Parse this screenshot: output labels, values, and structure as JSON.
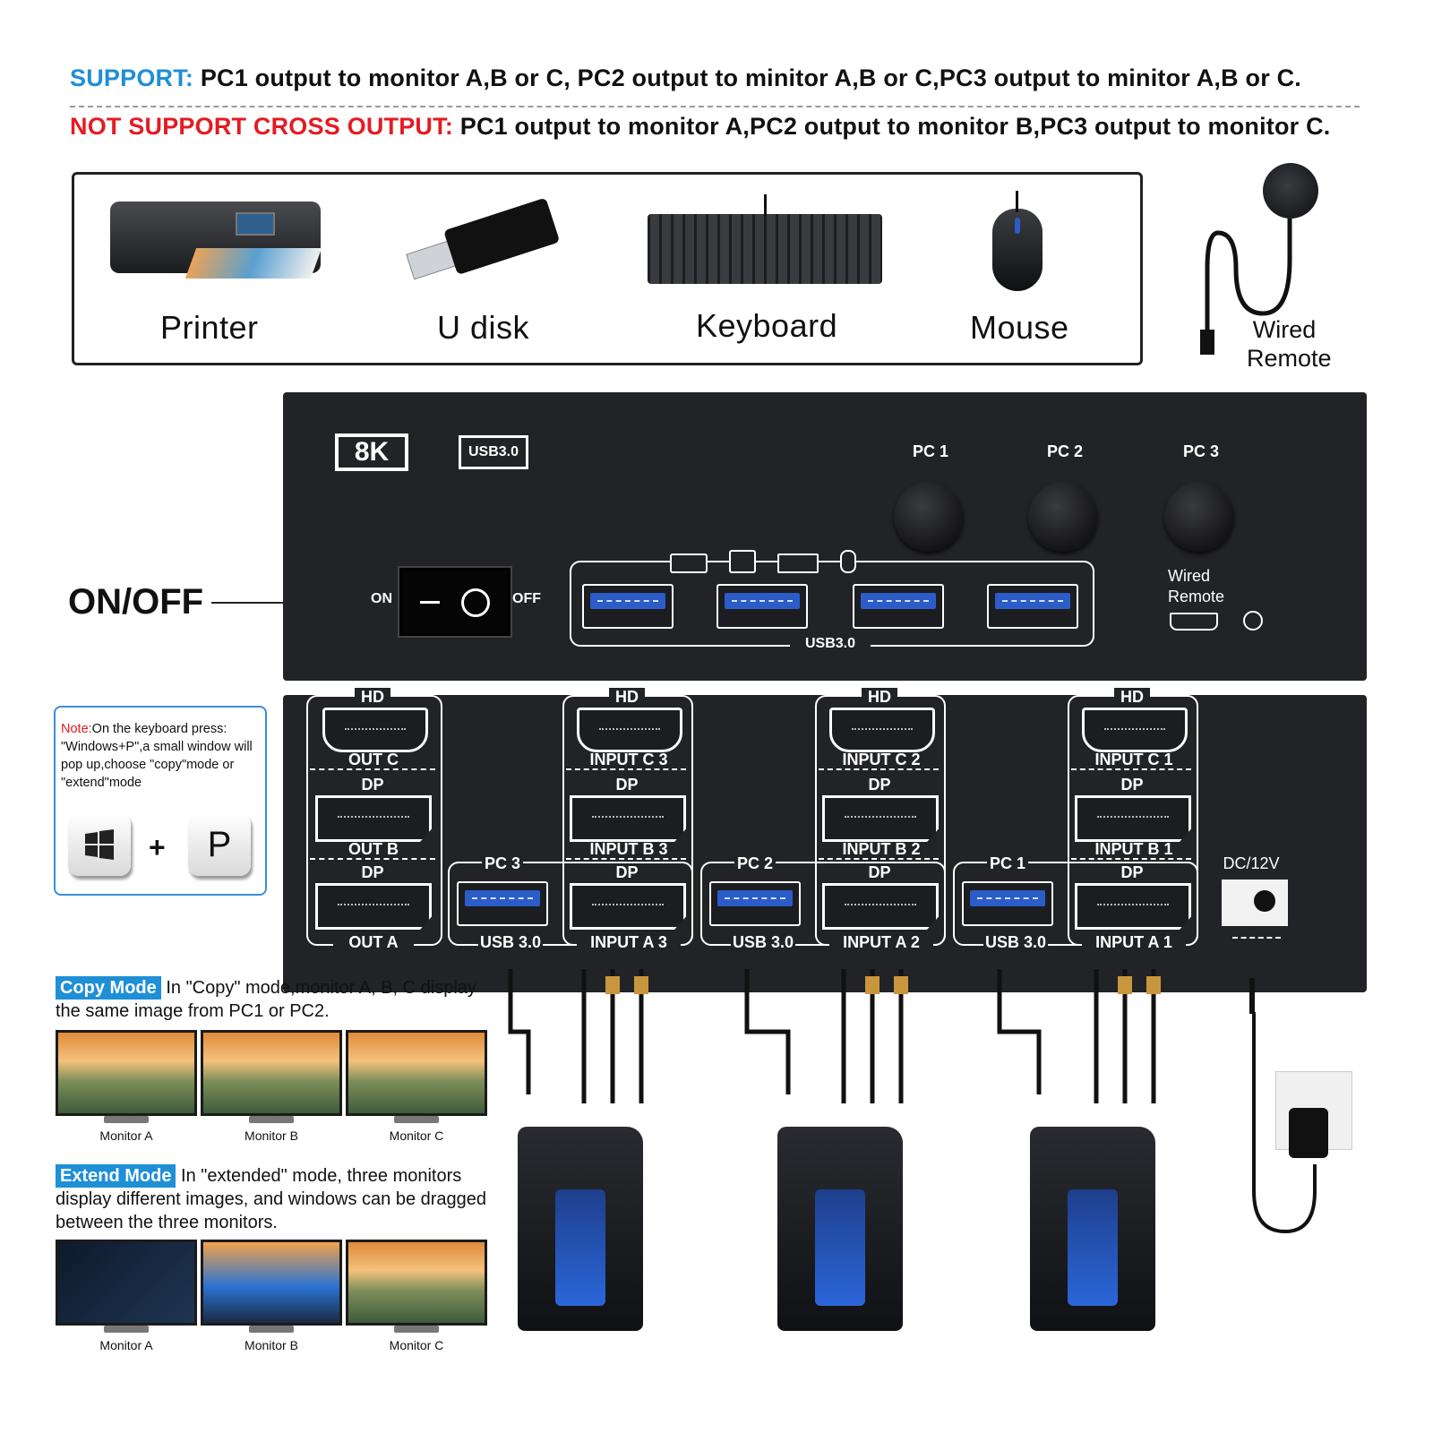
{
  "header": {
    "support_key": "SUPPORT:",
    "support_text": " PC1 output to monitor A,B or C, PC2 output to minitor A,B or C,PC3 output to minitor A,B or C.",
    "not_support_key": "NOT SUPPORT CROSS OUTPUT:",
    "not_support_text": " PC1 output to monitor A,PC2 output to monitor B,PC3 output to monitor C."
  },
  "peripherals": [
    "Printer",
    "U disk",
    "Keyboard",
    "Mouse"
  ],
  "wired_remote": {
    "line1": "Wired",
    "line2": "Remote"
  },
  "front_panel": {
    "badge_8k": "8K",
    "badge_usb": "USB3.0",
    "pc_buttons": [
      "PC 1",
      "PC 2",
      "PC 3"
    ],
    "power": {
      "on": "ON",
      "off": "OFF",
      "callout": "ON/OFF"
    },
    "usb_label": "USB3.0",
    "remote_port": {
      "line1": "Wired",
      "line2": "Remote"
    }
  },
  "back_panel": {
    "out_group": {
      "hd": "HD",
      "labels": [
        "OUT C",
        "DP",
        "OUT B",
        "DP",
        "OUT A"
      ]
    },
    "pc_groups": [
      {
        "pc": "PC 3",
        "usb": "USB 3.0",
        "hd": "HD",
        "labels": [
          "INPUT C 3",
          "DP",
          "INPUT B 3",
          "DP",
          "INPUT A 3"
        ]
      },
      {
        "pc": "PC 2",
        "usb": "USB 3.0",
        "hd": "HD",
        "labels": [
          "INPUT C 2",
          "DP",
          "INPUT B 2",
          "DP",
          "INPUT A 2"
        ]
      },
      {
        "pc": "PC 1",
        "usb": "USB 3.0",
        "hd": "HD",
        "labels": [
          "INPUT C 1",
          "DP",
          "INPUT B 1",
          "DP",
          "INPUT A 1"
        ]
      }
    ],
    "dc": "DC/12V"
  },
  "note": {
    "prefix": "Note:",
    "text": "On the keyboard press: \"Windows+P\",a small window will pop up,choose \"copy\"mode or \"extend\"mode",
    "plus": "+",
    "key_p": "P"
  },
  "copy_mode": {
    "badge": "Copy Mode",
    "text": " In \"Copy\" mode,monitor A, B, C display the same image from PC1 or PC2.",
    "monitors": [
      "Monitor A",
      "Monitor B",
      "Monitor C"
    ]
  },
  "extend_mode": {
    "badge": "Extend Mode",
    "text": " In \"extended\" mode, three monitors display different images, and windows can be dragged between the three monitors.",
    "monitors": [
      "Monitor A",
      "Monitor B",
      "Monitor C"
    ]
  },
  "colors": {
    "support": "#1f8fd6",
    "not_support": "#e31b23",
    "panel": "#222326",
    "usb_blue": "#2b5cc8"
  }
}
